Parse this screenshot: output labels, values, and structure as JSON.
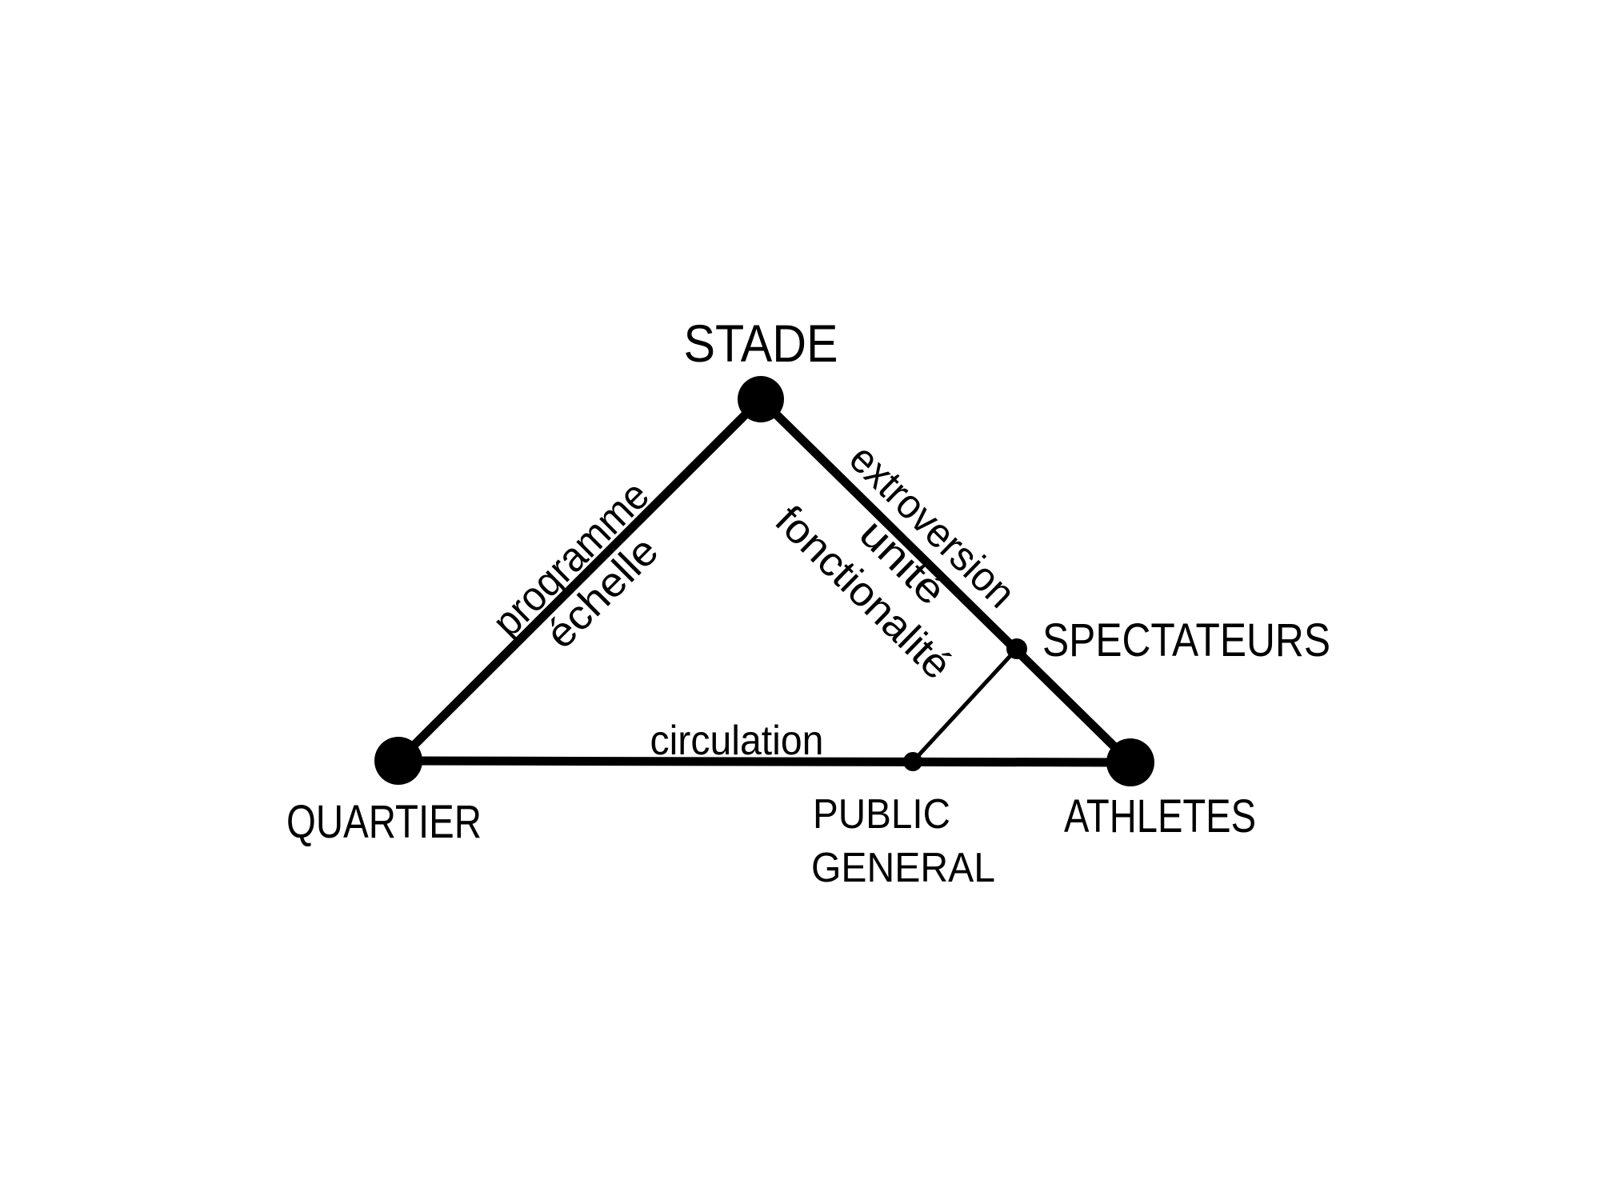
{
  "colors": {
    "background": "#ffffff",
    "ink": "#000000"
  },
  "diagram_type": "triangle-relationship-diagram",
  "nodes": [
    {
      "id": "stade",
      "label": "STADE",
      "size": "large"
    },
    {
      "id": "quartier",
      "label": "QUARTIER",
      "size": "large"
    },
    {
      "id": "athletes",
      "label": "ATHLETES",
      "size": "large"
    },
    {
      "id": "spectateurs",
      "label": "SPECTATEURS",
      "size": "small"
    },
    {
      "id": "public-general",
      "label_lines": [
        "PUBLIC",
        "GENERAL"
      ],
      "size": "small"
    }
  ],
  "edges": [
    {
      "from": "quartier",
      "to": "stade",
      "labels": [
        "programme",
        "échelle"
      ],
      "weight": "thick"
    },
    {
      "from": "stade",
      "to": "athletes",
      "labels": [
        "extroversion",
        "unité",
        "fonctionalité"
      ],
      "weight": "thick"
    },
    {
      "from": "quartier",
      "to": "athletes",
      "labels": [
        "circulation"
      ],
      "weight": "thick"
    },
    {
      "from": "public-general",
      "to": "spectateurs",
      "labels": [],
      "weight": "thin"
    }
  ]
}
